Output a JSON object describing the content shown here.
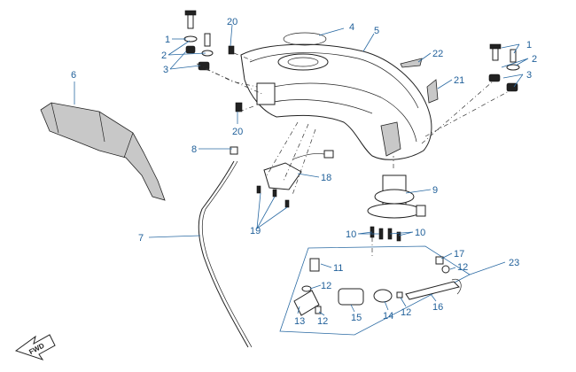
{
  "diagram": {
    "callouts": [
      {
        "id": "c1a",
        "text": "1"
      },
      {
        "id": "c2a",
        "text": "2"
      },
      {
        "id": "c3a",
        "text": "3"
      },
      {
        "id": "c1b",
        "text": "1"
      },
      {
        "id": "c2b",
        "text": "2"
      },
      {
        "id": "c3b",
        "text": "3"
      },
      {
        "id": "c4",
        "text": "4"
      },
      {
        "id": "c5",
        "text": "5"
      },
      {
        "id": "c6",
        "text": "6"
      },
      {
        "id": "c7",
        "text": "7"
      },
      {
        "id": "c8",
        "text": "8"
      },
      {
        "id": "c9",
        "text": "9"
      },
      {
        "id": "c10a",
        "text": "10"
      },
      {
        "id": "c10b",
        "text": "10"
      },
      {
        "id": "c11",
        "text": "11"
      },
      {
        "id": "c12a",
        "text": "12"
      },
      {
        "id": "c12b",
        "text": "12"
      },
      {
        "id": "c12c",
        "text": "12"
      },
      {
        "id": "c12d",
        "text": "12"
      },
      {
        "id": "c13",
        "text": "13"
      },
      {
        "id": "c14",
        "text": "14"
      },
      {
        "id": "c15",
        "text": "15"
      },
      {
        "id": "c16",
        "text": "16"
      },
      {
        "id": "c17",
        "text": "17"
      },
      {
        "id": "c18",
        "text": "18"
      },
      {
        "id": "c19",
        "text": "19"
      },
      {
        "id": "c20a",
        "text": "20"
      },
      {
        "id": "c20b",
        "text": "20"
      },
      {
        "id": "c21",
        "text": "21"
      },
      {
        "id": "c22",
        "text": "22"
      },
      {
        "id": "c23",
        "text": "23"
      }
    ],
    "fwd_label": "FWD",
    "label_color": "#1f5f99"
  }
}
